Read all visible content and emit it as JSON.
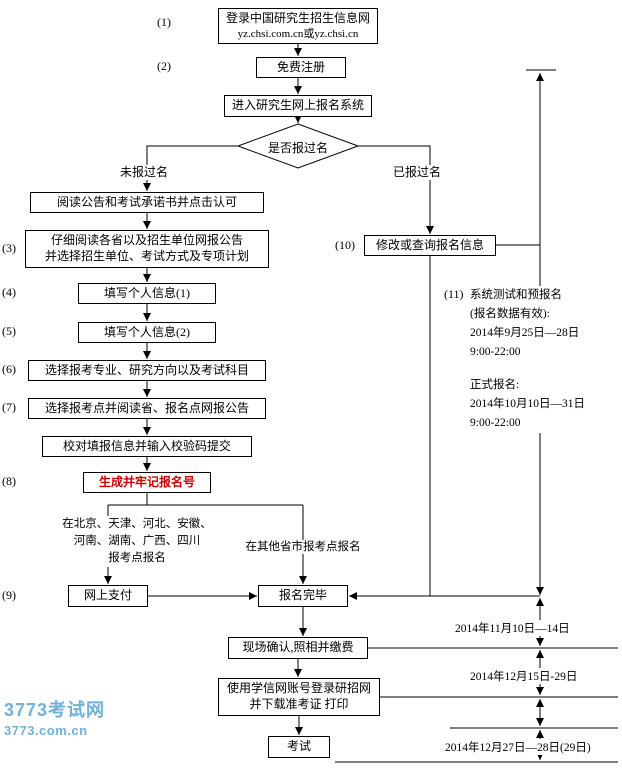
{
  "nodes": {
    "login": {
      "num": "(1)",
      "line1": "登录中国研究生招生信息网",
      "line2": "yz.chsi.com.cn或yz.chsi.cn"
    },
    "register": {
      "num": "(2)",
      "label": "免费注册"
    },
    "enter_system": {
      "label": "进入研究生网上报名系统"
    },
    "decision": {
      "label": "是否报过名",
      "branch_no": "未报过名",
      "branch_yes": "已报过名"
    },
    "read_notice": {
      "label": "阅读公告和考试承诺书并点击认可"
    },
    "read_province": {
      "num": "(3)",
      "line1": "仔细阅读各省以及招生单位网报公告",
      "line2": "并选择招生单位、考试方式及专项计划"
    },
    "fill_info1": {
      "num": "(4)",
      "label": "填写个人信息(1)"
    },
    "fill_info2": {
      "num": "(5)",
      "label": "填写个人信息(2)"
    },
    "choose_major": {
      "num": "(6)",
      "label": "选择报考专业、研究方向以及考试科目"
    },
    "choose_site": {
      "num": "(7)",
      "label": "选择报考点并阅读省、报名点网报公告"
    },
    "verify_submit": {
      "label": "校对填报信息并输入校验码提交"
    },
    "generate_id": {
      "num": "(8)",
      "label": "生成并牢记报名号"
    },
    "branch_left": {
      "line1": "在北京、天津、河北、安徽、",
      "line2": "河南、湖南、广西、四川",
      "line3": "报考点报名"
    },
    "branch_right": {
      "label": "在其他省市报考点报名"
    },
    "pay_online": {
      "num": "(9)",
      "label": "网上支付"
    },
    "modify_query": {
      "num": "(10)",
      "label": "修改或查询报名信息"
    },
    "finish": {
      "label": "报名完毕"
    },
    "confirm": {
      "label": "现场确认,照相并缴费"
    },
    "download_print": {
      "line1": "使用学信网账号登录研招网",
      "line2": "并下载准考证 打印"
    },
    "exam": {
      "label": "考试"
    }
  },
  "timeline": {
    "num": "(11)",
    "l1": "系统测试和预报名",
    "l2": "(报名数据有效):",
    "l3": "2014年9月25日—28日",
    "l4": "9:00-22:00",
    "l5": "正式报名:",
    "l6": "2014年10月10日—31日",
    "l7": "9:00-22:00",
    "confirm_date": "2014年11月10日—14日",
    "download_date": "2014年12月15日-29日",
    "exam_date": "2014年12月27日—28日(29日)"
  },
  "watermark": {
    "line1": "3773考试网",
    "line2": "3773.com.cn"
  },
  "colors": {
    "line": "#000000",
    "highlight_text": "#cc0000",
    "watermark": "#72b1d8"
  }
}
